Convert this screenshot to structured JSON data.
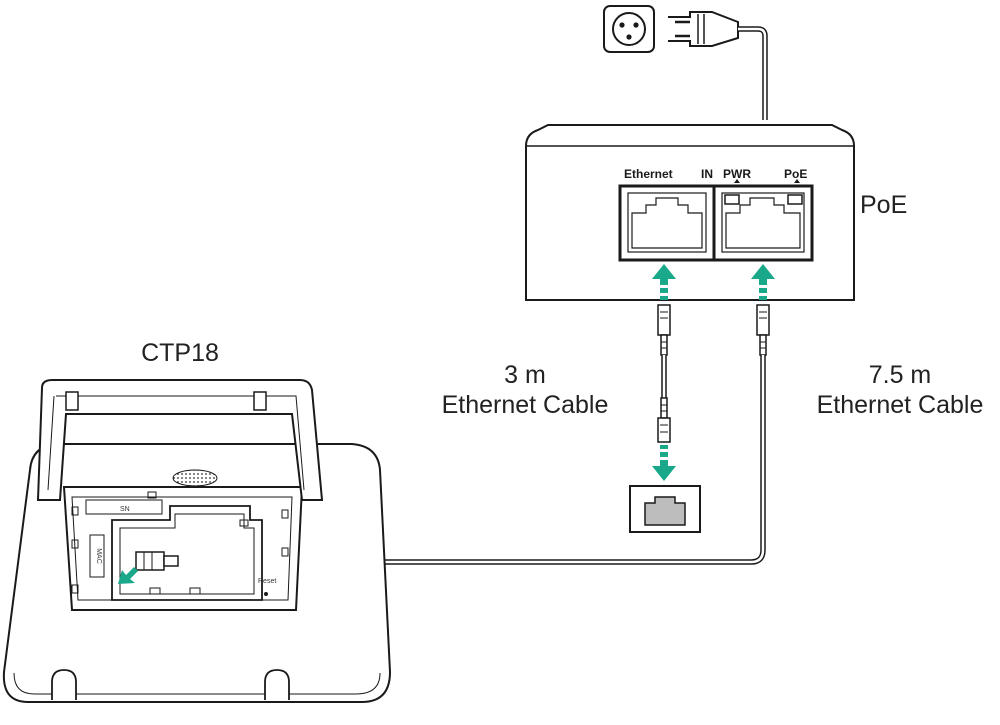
{
  "labels": {
    "device": "CTP18",
    "poe": "PoE",
    "cable_short_len": "3 m",
    "cable_short_name": "Ethernet Cable",
    "cable_long_len": "7.5 m",
    "cable_long_name": "Ethernet Cable"
  },
  "poe_ports": {
    "ethernet": "Ethernet",
    "in": "IN",
    "pwr": "PWR",
    "poe": "PoE"
  },
  "device_labels": {
    "sn": "SN",
    "mac": "MAC",
    "reset": "Reset"
  },
  "colors": {
    "arrow": "#1aa88a",
    "line": "#1a1a1a"
  },
  "icons": [
    "power-plug-icon",
    "wall-socket-icon",
    "rj45-connector-icon",
    "network-wall-jack-icon"
  ]
}
